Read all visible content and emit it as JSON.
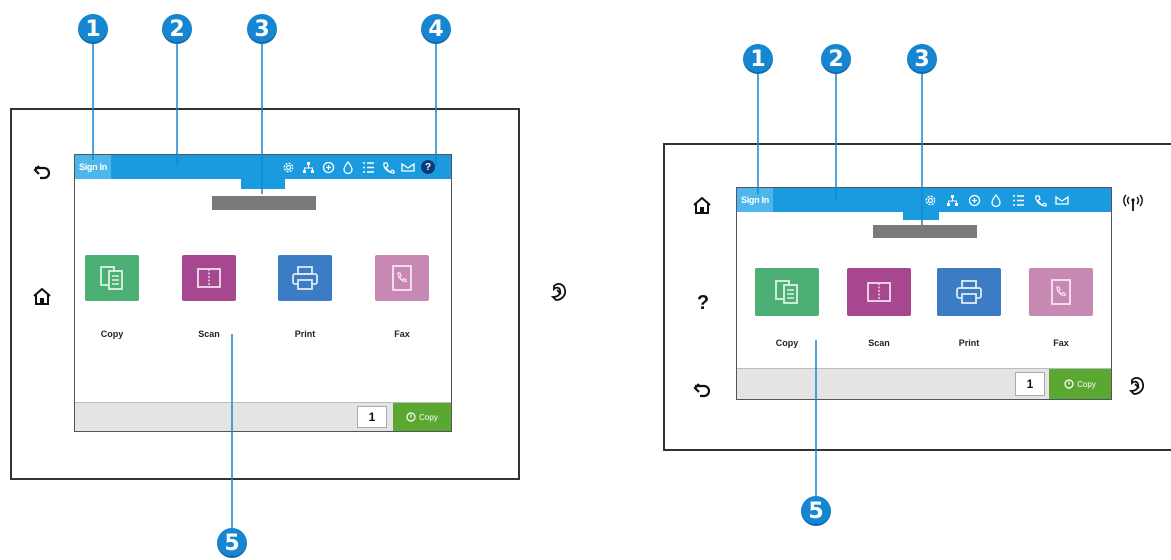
{
  "callouts": {
    "left": [
      "1",
      "2",
      "3",
      "4",
      "5"
    ],
    "right": [
      "1",
      "2",
      "3",
      "5"
    ]
  },
  "panels": {
    "left": {
      "sign_in": "Sign In",
      "side_help": "?",
      "tiles": [
        {
          "label": "Copy",
          "color": "#4caf74",
          "icon": "copy-icon"
        },
        {
          "label": "Scan",
          "color": "#a6478f",
          "icon": "scan-icon"
        },
        {
          "label": "Print",
          "color": "#3b7cc4",
          "icon": "print-icon"
        },
        {
          "label": "Fax",
          "color": "#c789b4",
          "icon": "fax-icon"
        }
      ],
      "copies": "1",
      "copy_button": "Copy",
      "status_icons": [
        "settings-icon",
        "network-icon",
        "wifi-direct-icon",
        "ink-icon",
        "setup-list-icon",
        "fax-status-icon",
        "web-services-icon",
        "help-icon"
      ]
    },
    "right": {
      "sign_in": "Sign In",
      "side_help": "?",
      "tiles": [
        {
          "label": "Copy",
          "color": "#4caf74",
          "icon": "copy-icon"
        },
        {
          "label": "Scan",
          "color": "#a6478f",
          "icon": "scan-icon"
        },
        {
          "label": "Print",
          "color": "#3b7cc4",
          "icon": "print-icon"
        },
        {
          "label": "Fax",
          "color": "#c789b4",
          "icon": "fax-icon"
        }
      ],
      "copies": "1",
      "copy_button": "Copy",
      "status_icons": [
        "settings-icon",
        "network-icon",
        "wifi-direct-icon",
        "ink-icon",
        "setup-list-icon",
        "fax-status-icon",
        "web-services-icon"
      ]
    }
  },
  "colors": {
    "topbar": "#1a9be0",
    "callout": "#1686d2",
    "copy_button": "#5aa832"
  }
}
